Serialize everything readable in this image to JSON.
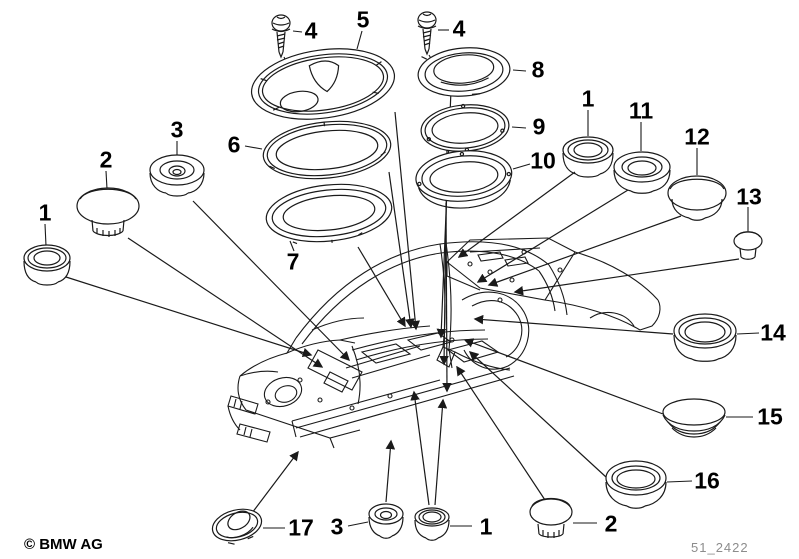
{
  "colors": {
    "line": "#1a1a1a",
    "text": "#000000",
    "drawing_number": "#8c8c8c",
    "background": "#ffffff"
  },
  "footer": {
    "copyright": "© BMW AG",
    "drawing_number": "51_2422"
  },
  "callouts": [
    {
      "label": "1"
    },
    {
      "label": "2"
    },
    {
      "label": "3"
    },
    {
      "label": "4"
    },
    {
      "label": "5"
    },
    {
      "label": "6"
    },
    {
      "label": "7"
    },
    {
      "label": "4"
    },
    {
      "label": "8"
    },
    {
      "label": "9"
    },
    {
      "label": "10"
    },
    {
      "label": "1"
    },
    {
      "label": "11"
    },
    {
      "label": "12"
    },
    {
      "label": "13"
    },
    {
      "label": "14"
    },
    {
      "label": "15"
    },
    {
      "label": "16"
    },
    {
      "label": "17"
    },
    {
      "label": "3"
    },
    {
      "label": "1"
    },
    {
      "label": "2"
    }
  ]
}
